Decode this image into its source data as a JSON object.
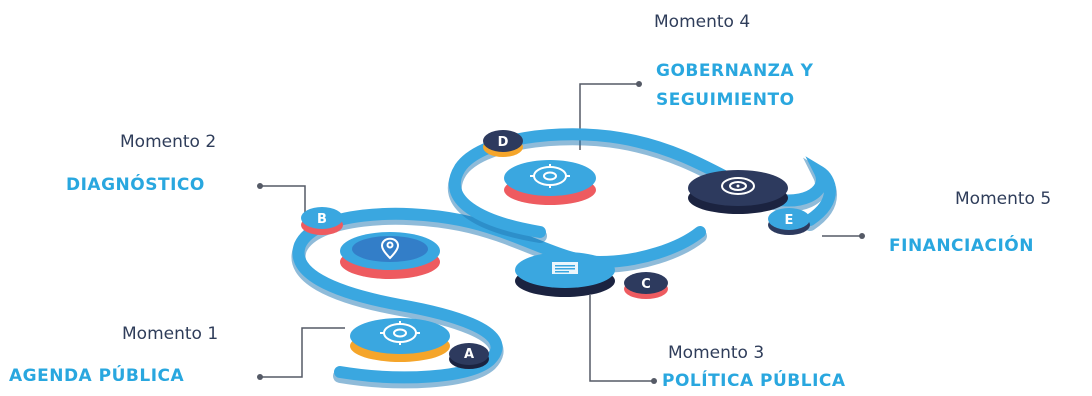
{
  "colors": {
    "track": "#3aa7e0",
    "track_dark": "#1f78b4",
    "navy": "#2d3a5e",
    "coral": "#ee5b60",
    "orange": "#f5a52a",
    "title": "#29a7df",
    "moment_text": "#2f3d5a",
    "connector": "#555a66"
  },
  "moments": [
    {
      "moment": "Momento 1",
      "title": "AGENDA PÚBLICA",
      "badge": "A",
      "icon": "gear-icon"
    },
    {
      "moment": "Momento 2",
      "title": "DIAGNÓSTICO",
      "badge": "B",
      "icon": "map-pin-icon"
    },
    {
      "moment": "Momento 3",
      "title": "POLÍTICA PÚBLICA",
      "badge": "C",
      "icon": "document-icon"
    },
    {
      "moment": "Momento 4",
      "title": [
        "GOBERNANZA Y",
        "SEGUIMIENTO"
      ],
      "badge": "D",
      "icon": "gear-icon"
    },
    {
      "moment": "Momento 5",
      "title": "FINANCIACIÓN",
      "badge": "E",
      "icon": "target-icon"
    }
  ]
}
